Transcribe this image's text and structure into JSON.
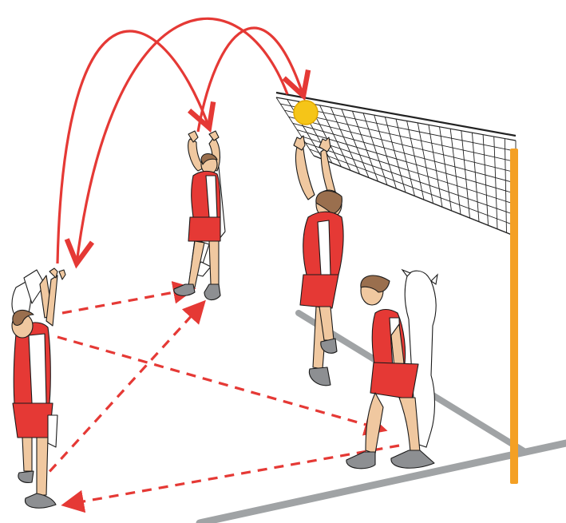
{
  "diagram": {
    "colors": {
      "trajectory": "#e53935",
      "shirt_red": "#e53935",
      "shorts_red": "#e53935",
      "skin": "#f0c8a0",
      "hair": "#9a6f4e",
      "ball": "#f5c518",
      "ball_outline": "#e0a800",
      "post": "#f4a024",
      "court_line": "#a0a3a5",
      "net": "#222222",
      "outline": "#1a1a1a",
      "shoe": "#8d8f92"
    },
    "ball": {
      "icon": "volleyball-icon"
    },
    "players": [
      {
        "id": "player-left-back",
        "role": "receiving player"
      },
      {
        "id": "player-setter",
        "role": "setter"
      },
      {
        "id": "player-blocker",
        "role": "blocker at net"
      },
      {
        "id": "player-front-right",
        "role": "crouching player"
      }
    ],
    "trajectories": {
      "solid": [
        "left-to-setter-arc",
        "setter-to-net-arc",
        "net-to-left-arc"
      ],
      "dashed": [
        "left-to-setter-pass",
        "left-to-front-pass",
        "front-to-left-pass",
        "left-bottom-to-setter-pass"
      ]
    }
  }
}
